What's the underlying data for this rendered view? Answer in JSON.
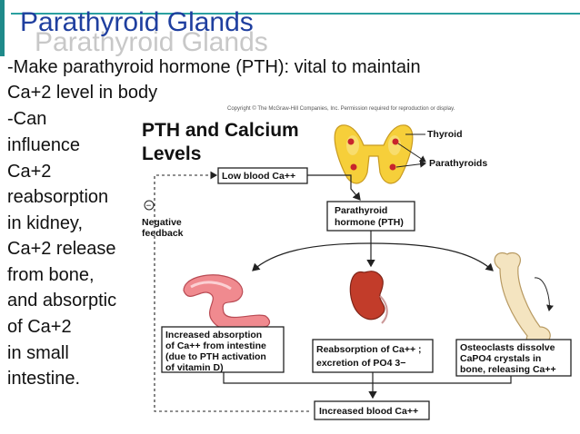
{
  "slide": {
    "title": "Parathyroid Glands",
    "title_shadow": "Parathyroid Glands",
    "lines": [
      "-Make parathyroid hormone (PTH): vital to maintain",
      "Ca+2 level in body",
      "-Can",
      "influence",
      "Ca+2",
      "reabsorption",
      " in kidney,",
      "Ca+2 release",
      "from bone,",
      "and absorptic",
      "of Ca+2",
      "in small",
      "intestine."
    ]
  },
  "figure": {
    "copyright": "Copyright © The McGraw-Hill Companies, Inc. Permission required for reproduction or display.",
    "heading_line1": "PTH and Calcium",
    "heading_line2": "Levels",
    "label_thyroid": "Thyroid",
    "label_parathyroids": "Parathyroids",
    "low_calcium": "Low blood Ca++",
    "pth_line1": "Parathyroid",
    "pth_line2": "hormone (PTH)",
    "negative_feedback_line1": "Negative",
    "negative_feedback_line2": "feedback",
    "minus_sign": "−",
    "intestine_lines": [
      "Increased absorption",
      "of Ca++ from intestine",
      "(due to PTH activation",
      "of vitamin D)"
    ],
    "kidney_lines": [
      "Reabsorption of Ca++ ;",
      "excretion of PO4 3−"
    ],
    "bone_lines": [
      "Osteoclasts dissolve",
      "CaPO4 crystals in",
      "bone, releasing Ca++"
    ],
    "increased_calcium": "Increased blood Ca++"
  },
  "colors": {
    "title": "#1f3f9f",
    "accent_rule": "#2aa0a0",
    "thyroid": "#f6cf3a",
    "parathyroid": "#c8242c",
    "intestine": "#f08a8f",
    "kidney": "#c23c2a",
    "bone": "#f4e4c0"
  }
}
